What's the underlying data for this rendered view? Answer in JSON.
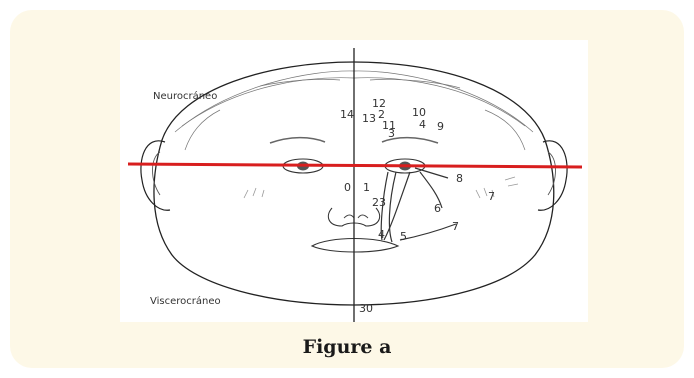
{
  "figure": {
    "caption": "Figure a",
    "labels": {
      "neurocranio": "Neurocráneo",
      "viscerocranio": "Viscerocráneo"
    },
    "numbers": [
      "14",
      "13",
      "12",
      "2",
      "11",
      "3",
      "10",
      "4",
      "9",
      "8",
      "7",
      "6",
      "0",
      "1",
      "23",
      "4",
      "5",
      "7",
      "30"
    ],
    "colors": {
      "card_background": "#fdf8e7",
      "horizontal_line": "#d81e1e",
      "ink": "#222222"
    }
  }
}
